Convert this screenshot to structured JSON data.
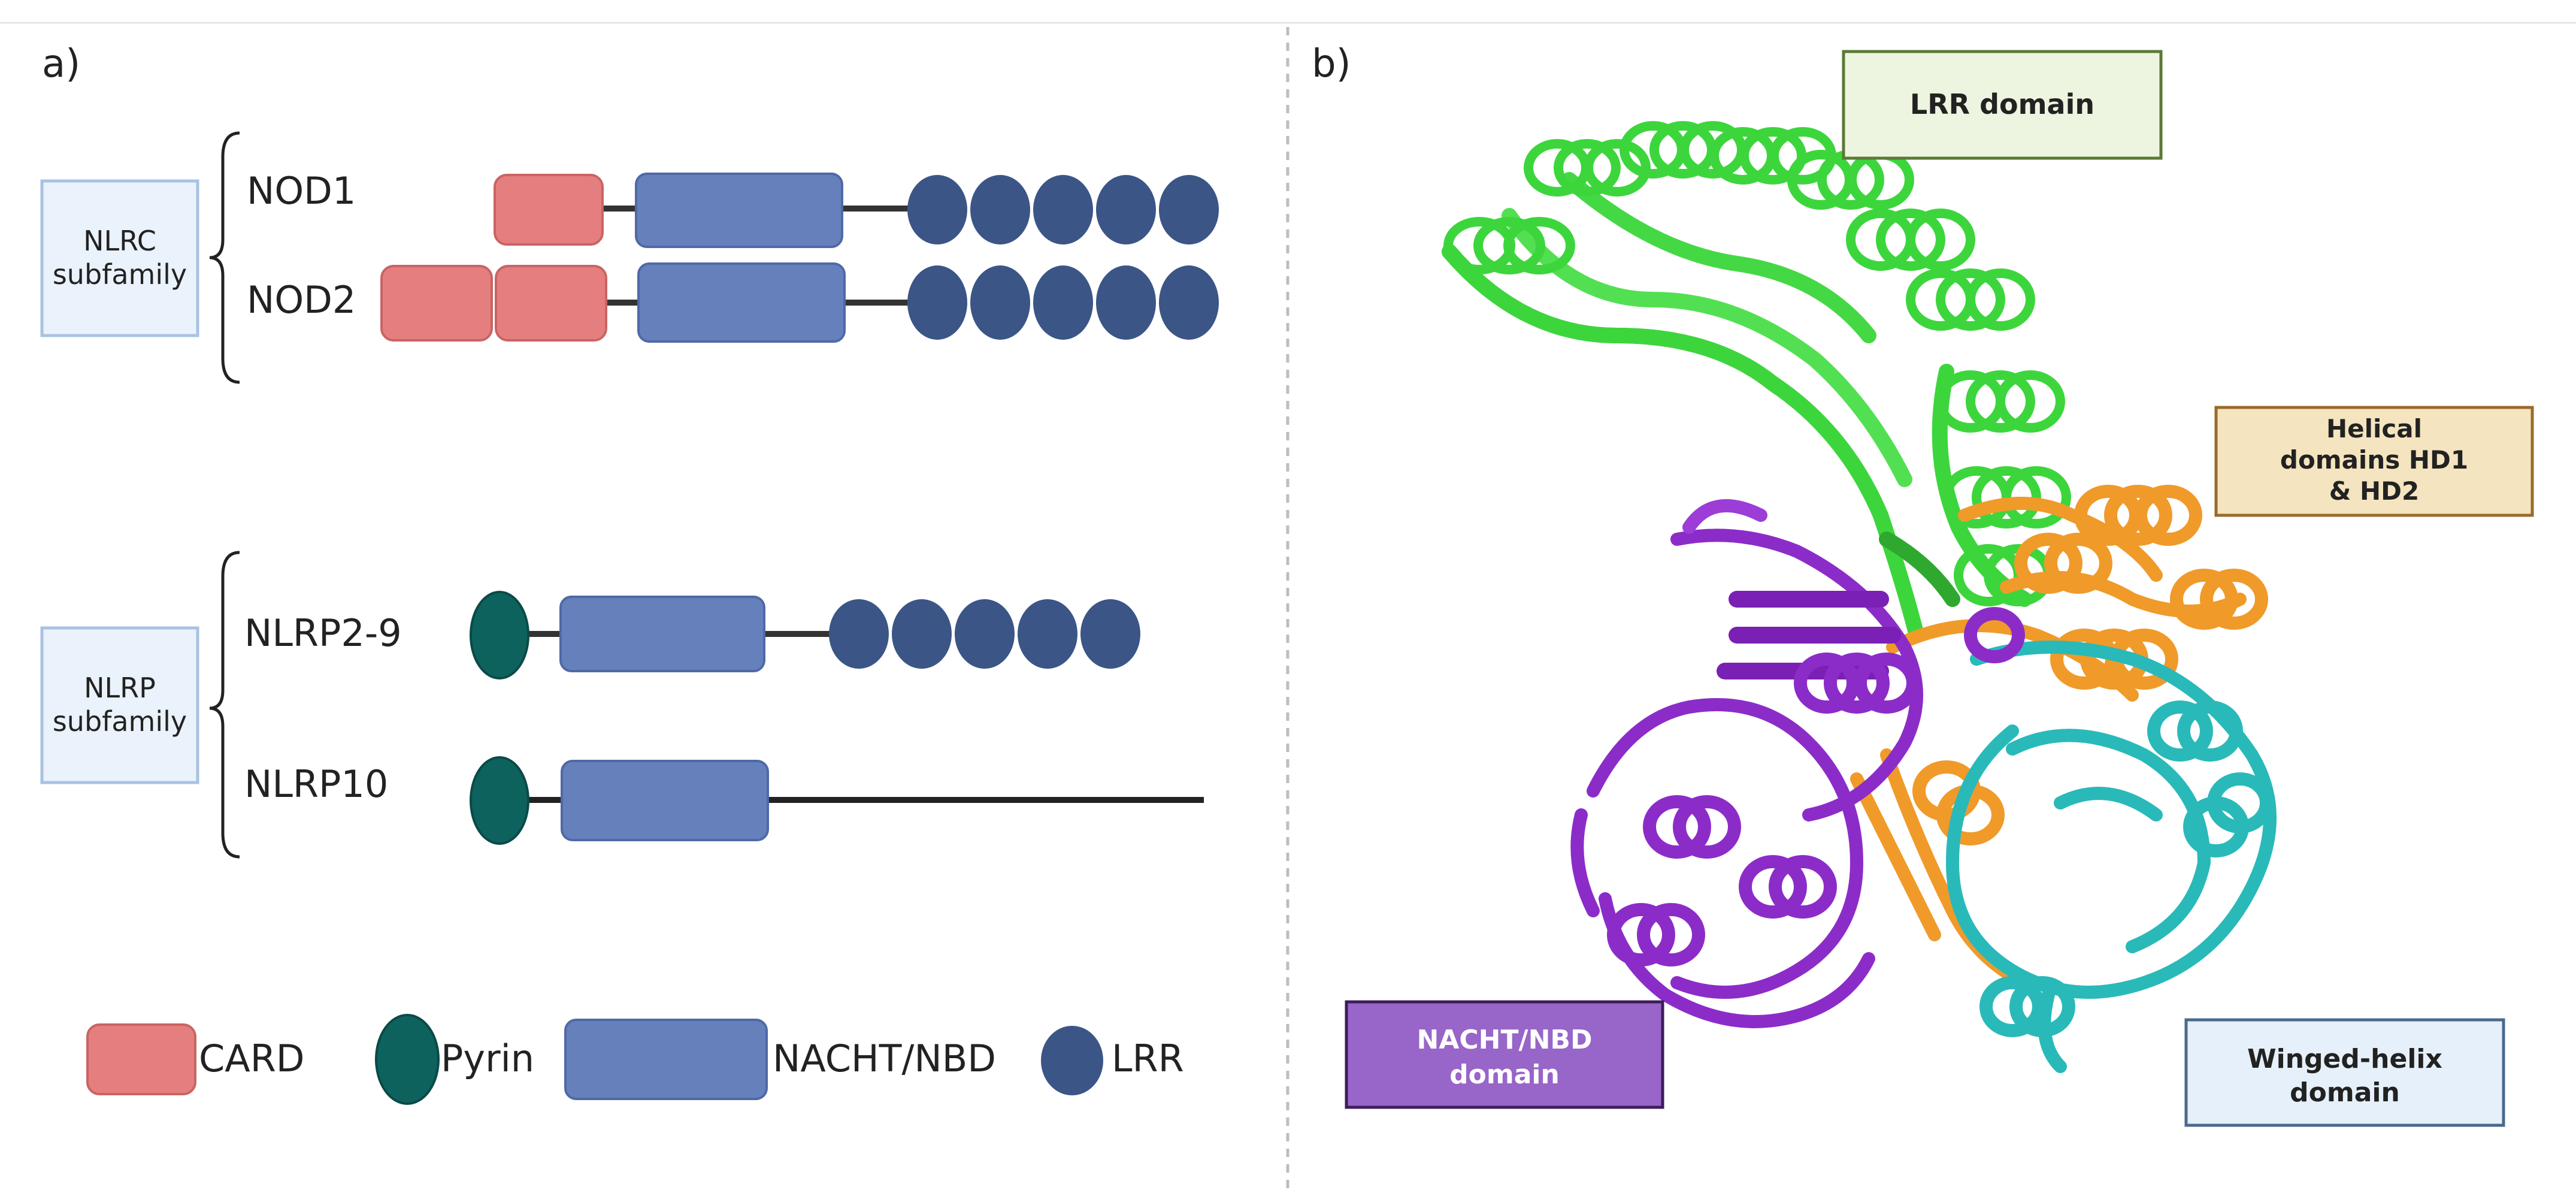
{
  "panel_a": {
    "label": "a)",
    "subfamilies": [
      {
        "title_line1": "NLRC",
        "title_line2": "subfamily",
        "members": [
          "NOD1",
          "NOD2"
        ]
      },
      {
        "title_line1": "NLRP",
        "title_line2": "subfamily",
        "members": [
          "NLRP2-9",
          "NLRP10"
        ]
      }
    ],
    "legend": {
      "card": "CARD",
      "pyrin": "Pyrin",
      "nacht": "NACHT/NBD",
      "lrr": "LRR"
    }
  },
  "panel_b": {
    "label": "b)",
    "boxes": {
      "lrr": "LRR domain",
      "helical_line1": "Helical",
      "helical_line2": "domains HD1",
      "helical_line3": "& HD2",
      "nacht_line1": "NACHT/NBD",
      "nacht_line2": "domain",
      "winged_line1": "Winged-helix",
      "winged_line2": "domain"
    }
  },
  "colors": {
    "card": "#e57f7f",
    "pyrin": "#0e625e",
    "nacht": "#6680bb",
    "lrr": "#3b5586",
    "green": "#3cd63c",
    "orange": "#f09a2a",
    "purple": "#8c2cc8",
    "cyan": "#2ab9b9"
  }
}
